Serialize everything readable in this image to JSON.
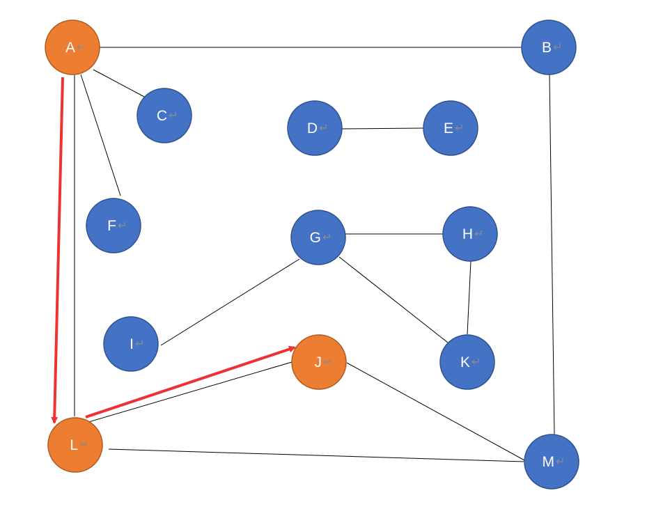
{
  "colors": {
    "blue_node": "#4472c4",
    "blue_border": "#2f528f",
    "orange_node": "#ed7d31",
    "orange_border": "#ae5a21",
    "edge": "#000000",
    "highlight_path": "#ee3232",
    "return_glyph": "#8c8c8c"
  },
  "return_symbol": "↵",
  "nodes": [
    {
      "id": "A",
      "label": "A",
      "highlighted": true
    },
    {
      "id": "B",
      "label": "B",
      "highlighted": false
    },
    {
      "id": "C",
      "label": "C",
      "highlighted": false
    },
    {
      "id": "D",
      "label": "D",
      "highlighted": false
    },
    {
      "id": "E",
      "label": "E",
      "highlighted": false
    },
    {
      "id": "F",
      "label": "F",
      "highlighted": false
    },
    {
      "id": "G",
      "label": "G",
      "highlighted": false
    },
    {
      "id": "H",
      "label": "H",
      "highlighted": false
    },
    {
      "id": "I",
      "label": "I",
      "highlighted": false
    },
    {
      "id": "J",
      "label": "J",
      "highlighted": true
    },
    {
      "id": "K",
      "label": "K",
      "highlighted": false
    },
    {
      "id": "L",
      "label": "L",
      "highlighted": true
    },
    {
      "id": "M",
      "label": "M",
      "highlighted": false
    }
  ],
  "edges": [
    [
      "A",
      "B"
    ],
    [
      "A",
      "C"
    ],
    [
      "A",
      "F"
    ],
    [
      "A",
      "L"
    ],
    [
      "B",
      "M"
    ],
    [
      "D",
      "E"
    ],
    [
      "G",
      "H"
    ],
    [
      "G",
      "I"
    ],
    [
      "G",
      "K"
    ],
    [
      "H",
      "K"
    ],
    [
      "J",
      "L"
    ],
    [
      "J",
      "M"
    ],
    [
      "L",
      "M"
    ]
  ],
  "highlighted_path": [
    "A",
    "L",
    "J"
  ]
}
